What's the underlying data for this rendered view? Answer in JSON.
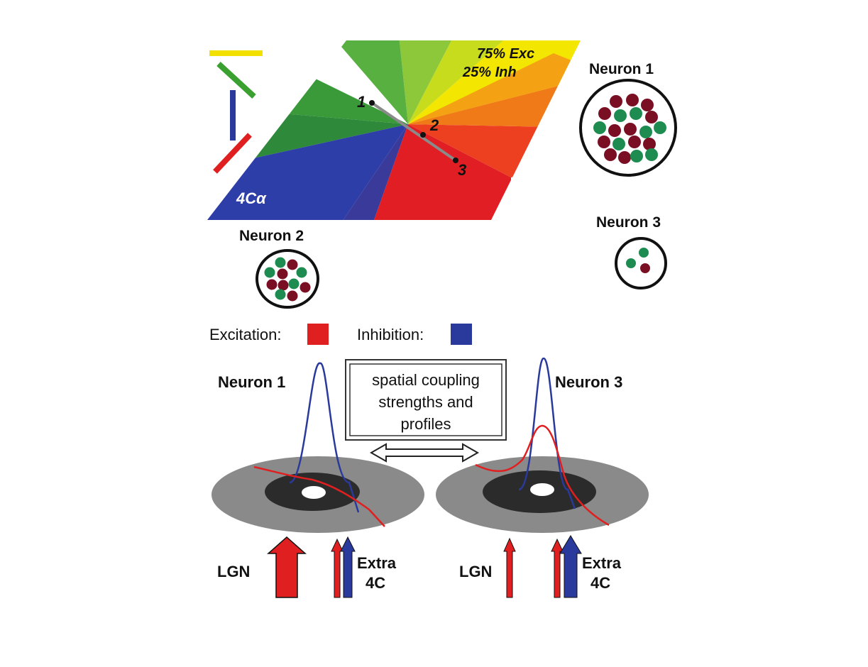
{
  "top": {
    "map_label": "4Cα",
    "ratio_line1": "75% Exc",
    "ratio_line2": "25% Inh",
    "site_labels": [
      "1",
      "2",
      "3"
    ]
  },
  "neurons_top": {
    "neuron1": "Neuron 1",
    "neuron2": "Neuron 2",
    "neuron3": "Neuron 3"
  },
  "legend": {
    "excitation": "Excitation:",
    "inhibition": "Inhibition:",
    "excitation_color": "#e02020",
    "inhibition_color": "#2a3a9c"
  },
  "bottom": {
    "neuron1": "Neuron 1",
    "neuron3": "Neuron 3",
    "box_lines": [
      "spatial coupling",
      "strengths and",
      "profiles"
    ],
    "lgn": "LGN",
    "extra_line1": "Extra",
    "extra_line2": "4C"
  },
  "colors": {
    "orientation_bars": [
      "#f2e000",
      "#3aa030",
      "#2a3a9c",
      "#e02020"
    ],
    "dot_dark": "#7a0e22",
    "dot_green": "#1e8c50",
    "disk_outer": "#8a8a8a",
    "disk_inner": "#2b2b2b"
  }
}
